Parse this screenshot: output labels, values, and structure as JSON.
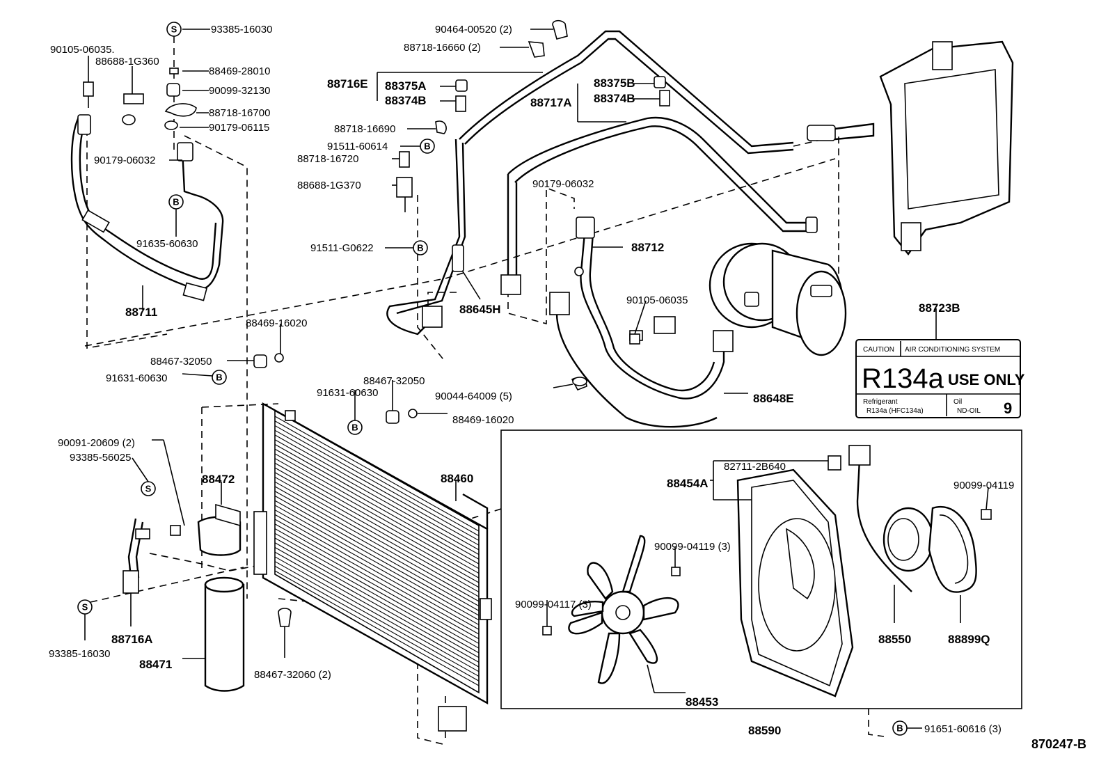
{
  "diagram_code": "870247-B",
  "circle_markers": {
    "s": "S",
    "b": "B"
  },
  "labels": {
    "l93385_16030_top": "93385-16030",
    "l90105_06035_a": "90105-06035.",
    "l88688_1g360": "88688-1G360",
    "l88469_28010": "88469-28010",
    "l90099_32130": "90099-32130",
    "l88718_16700": "88718-16700",
    "l90179_06115": "90179-06115",
    "l90179_06032_a": "90179-06032",
    "l91635_60630": "91635-60630",
    "l88711": "88711",
    "l90464_00520": "90464-00520 (2)",
    "l88718_16660": "88718-16660 (2)",
    "l88716e": "88716E",
    "l88375a": "88375A",
    "l88374b_a": "88374B",
    "l88718_16690": "88718-16690",
    "l91511_60614": "91511-60614",
    "l88718_16720": "88718-16720",
    "l88688_1g370": "88688-1G370",
    "l91511_g0622": "91511-G0622",
    "l88645h": "88645H",
    "l88375b": "88375B",
    "l88717a": "88717A",
    "l88374b_b": "88374B",
    "l90179_06032_b": "90179-06032",
    "l88712": "88712",
    "l90105_06035_b": "90105-06035",
    "l88723b": "88723B",
    "l88648e": "88648E",
    "l90044_64009": "90044-64009 (5)",
    "l88469_16020_a": "88469-16020",
    "l88467_32050_a": "88467-32050",
    "l91631_60630_a": "91631-60630",
    "l88467_32050_b": "88467-32050",
    "l91631_60630_b": "91631-60630",
    "l88469_16020_b": "88469-16020",
    "l90091_20609": "90091-20609 (2)",
    "l93385_56025": "93385-56025",
    "l88472": "88472",
    "l88460": "88460",
    "l93385_16030_bot": "93385-16030",
    "l88716a": "88716A",
    "l88471": "88471",
    "l88467_32060": "88467-32060 (2)",
    "l82711_2b640": "82711-2B640",
    "l88454a": "88454A",
    "l90099_04119_a": "90099-04119",
    "l90099_04119_b": "90099-04119 (3)",
    "l90099_04117": "90099-04117 (3)",
    "l88550": "88550",
    "l88899q": "88899Q",
    "l88453": "88453",
    "l88590": "88590",
    "l91651_60616": "91651-60616 (3)"
  },
  "caution_label": {
    "caution": "CAUTION",
    "system": "AIR CONDITIONING SYSTEM",
    "refrigerant_code": "R134a",
    "use_only": "USE ONLY",
    "refrigerant_word": "Refrigerant",
    "refrigerant_detail": "R134a (HFC134a)",
    "oil_word": "Oil",
    "oil_type": "ND-OIL",
    "oil_number": "9"
  }
}
